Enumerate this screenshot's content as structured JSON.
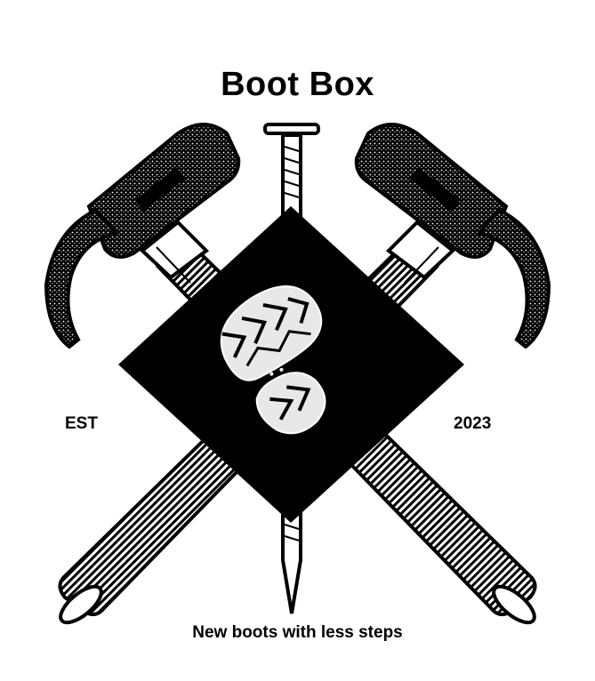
{
  "logo": {
    "title": "Boot Box",
    "left_label": "EST",
    "right_label": "2023",
    "tagline": "New boots with less steps",
    "emblem_icon": "crossed-hammers-nail-boot-print-icon"
  },
  "colors": {
    "ink": "#000000",
    "paper": "#ffffff",
    "print": "#e8e8e8"
  }
}
